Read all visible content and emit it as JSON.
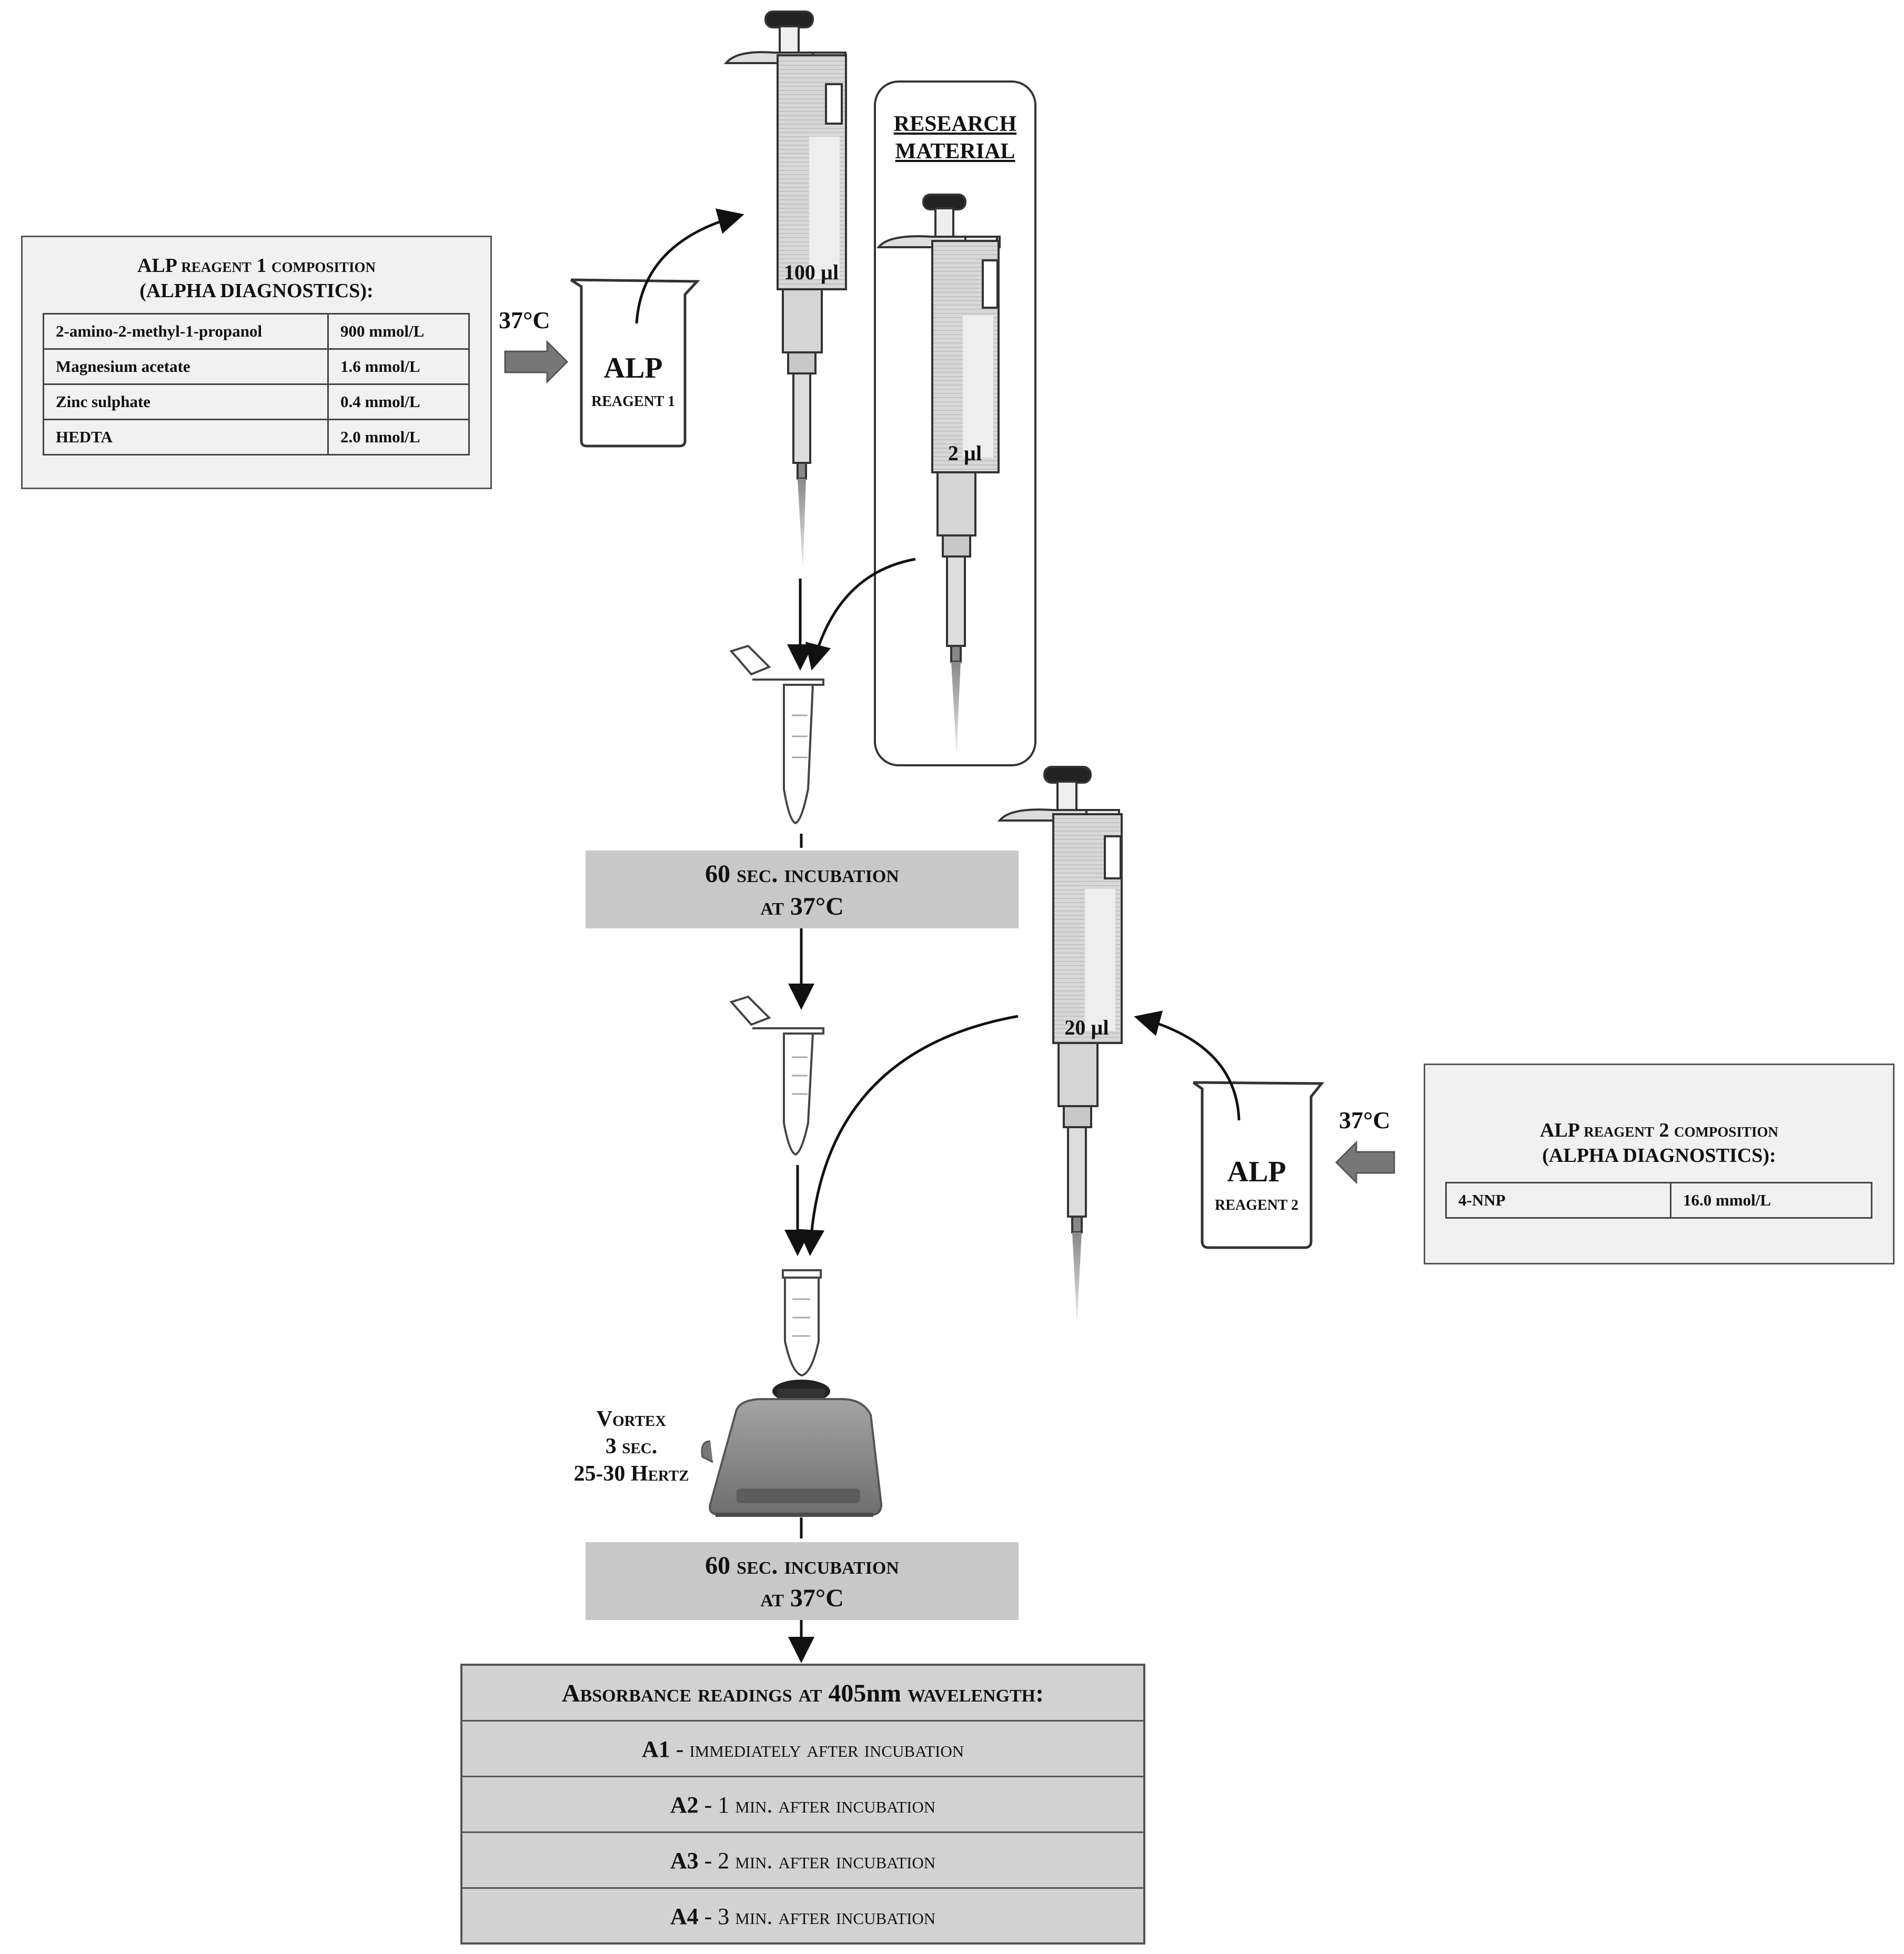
{
  "reagent1_box": {
    "title_line1_bold": "ALP",
    "title_line1_rest": "reagent 1 composition",
    "title_line2": "(ALPHA DIAGNOSTICS):",
    "rows": [
      {
        "name": "2-amino-2-methyl-1-propanol",
        "value": "900 mmol/L"
      },
      {
        "name": "Magnesium acetate",
        "value": "1.6 mmol/L"
      },
      {
        "name": "Zinc sulphate",
        "value": "0.4 mmol/L"
      },
      {
        "name": "HEDTA",
        "value": "2.0 mmol/L"
      }
    ]
  },
  "reagent2_box": {
    "title_line1_bold": "ALP",
    "title_line1_rest": "reagent 2 composition",
    "title_line2": "(ALPHA DIAGNOSTICS):",
    "rows": [
      {
        "name": "4-NNP",
        "value": "16.0 mmol/L"
      }
    ]
  },
  "temperature_label_1": "37°C",
  "temperature_label_2": "37°C",
  "beaker1": {
    "big": "ALP",
    "small": "REAGENT 1"
  },
  "beaker2": {
    "big": "ALP",
    "small": "REAGENT 2"
  },
  "pipette1_volume": "100 µl",
  "pipette2_volume": "2 µl",
  "pipette3_volume": "20 µl",
  "research_material": {
    "line1": "RESEARCH",
    "line2": "MATERIAL"
  },
  "incubation1": {
    "line1_bold": "60",
    "line1_rest": "sec. incubation",
    "line2_rest": "at",
    "line2_bold": "37°C"
  },
  "incubation2": {
    "line1_bold": "60",
    "line1_rest": "sec. incubation",
    "line2_rest": "at",
    "line2_bold": "37°C"
  },
  "vortex": {
    "line1": "Vortex",
    "line2": "3 sec.",
    "line3": "25-30 Hertz"
  },
  "absorbance": {
    "header_a": "Absorbance readings at",
    "header_b": "405nm",
    "header_c": "wavelength:",
    "rows": [
      {
        "code": "A1",
        "num": "",
        "text": "- immediately after incubation"
      },
      {
        "code": "A2",
        "num": "1",
        "text": "min. after incubation"
      },
      {
        "code": "A3",
        "num": "2",
        "text": "min. after incubation"
      },
      {
        "code": "A4",
        "num": "3",
        "text": "min. after incubation"
      }
    ]
  },
  "colors": {
    "box_fill": "#f1f1f1",
    "gray_fill": "#c8c8c8",
    "arrow_gray": "#777777",
    "pipette_body": "#dcdcdc",
    "vortex_body": "#8a8a8a"
  }
}
